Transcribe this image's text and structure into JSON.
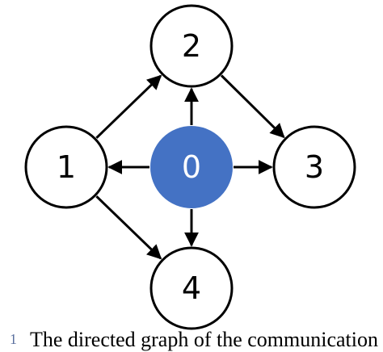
{
  "nodes": [
    {
      "id": "0",
      "label": "0",
      "role": "center"
    },
    {
      "id": "1",
      "label": "1"
    },
    {
      "id": "2",
      "label": "2"
    },
    {
      "id": "3",
      "label": "3"
    },
    {
      "id": "4",
      "label": "4"
    }
  ],
  "edges": [
    {
      "from": "0",
      "to": "1"
    },
    {
      "from": "0",
      "to": "2"
    },
    {
      "from": "0",
      "to": "3"
    },
    {
      "from": "0",
      "to": "4"
    },
    {
      "from": "1",
      "to": "2"
    },
    {
      "from": "1",
      "to": "4"
    },
    {
      "from": "2",
      "to": "3"
    }
  ],
  "colors": {
    "center_fill": "#4472c4",
    "center_text": "#ffffff",
    "node_fill": "#ffffff",
    "node_stroke": "#000000",
    "node_text": "#000000",
    "edge": "#000000"
  },
  "caption": {
    "number": "1",
    "text": "The directed graph of the communication to"
  }
}
